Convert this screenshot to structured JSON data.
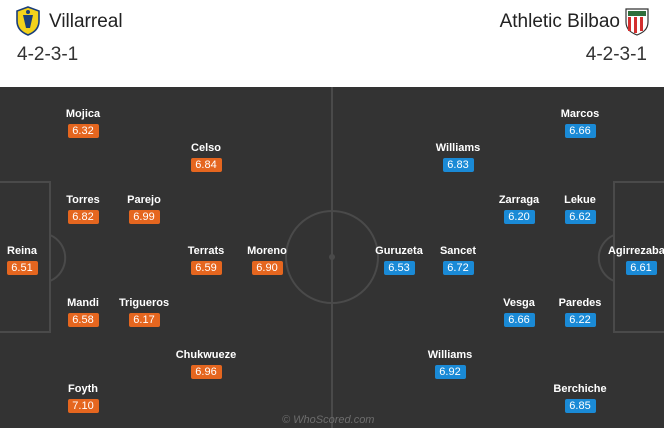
{
  "home": {
    "name": "Villarreal",
    "formation": "4-2-3-1",
    "crest_icon": "villarreal-crest-icon",
    "players": [
      {
        "name": "Reina",
        "rating": "6.51"
      },
      {
        "name": "Mojica",
        "rating": "6.32"
      },
      {
        "name": "Torres",
        "rating": "6.82"
      },
      {
        "name": "Mandi",
        "rating": "6.58"
      },
      {
        "name": "Foyth",
        "rating": "7.10"
      },
      {
        "name": "Parejo",
        "rating": "6.99"
      },
      {
        "name": "Trigueros",
        "rating": "6.17"
      },
      {
        "name": "Celso",
        "rating": "6.84"
      },
      {
        "name": "Terrats",
        "rating": "6.59"
      },
      {
        "name": "Chukwueze",
        "rating": "6.96"
      },
      {
        "name": "Moreno",
        "rating": "6.90"
      }
    ]
  },
  "away": {
    "name": "Athletic Bilbao",
    "formation": "4-2-3-1",
    "crest_icon": "athletic-bilbao-crest-icon",
    "players": [
      {
        "name": "Agirrezabala",
        "rating": "6.61"
      },
      {
        "name": "Marcos",
        "rating": "6.66"
      },
      {
        "name": "Lekue",
        "rating": "6.62"
      },
      {
        "name": "Paredes",
        "rating": "6.22"
      },
      {
        "name": "Berchiche",
        "rating": "6.85"
      },
      {
        "name": "Zarraga",
        "rating": "6.20"
      },
      {
        "name": "Vesga",
        "rating": "6.66"
      },
      {
        "name": "Williams",
        "rating": "6.83"
      },
      {
        "name": "Sancet",
        "rating": "6.72"
      },
      {
        "name": "Williams",
        "rating": "6.92"
      },
      {
        "name": "Guruzeta",
        "rating": "6.53"
      }
    ]
  },
  "colors": {
    "pitch": "#333333",
    "pitch_lines": "#4a4a4a",
    "home_rating": "#e5661f",
    "away_rating": "#1a8ad6"
  },
  "watermark": "© WhoScored.com"
}
